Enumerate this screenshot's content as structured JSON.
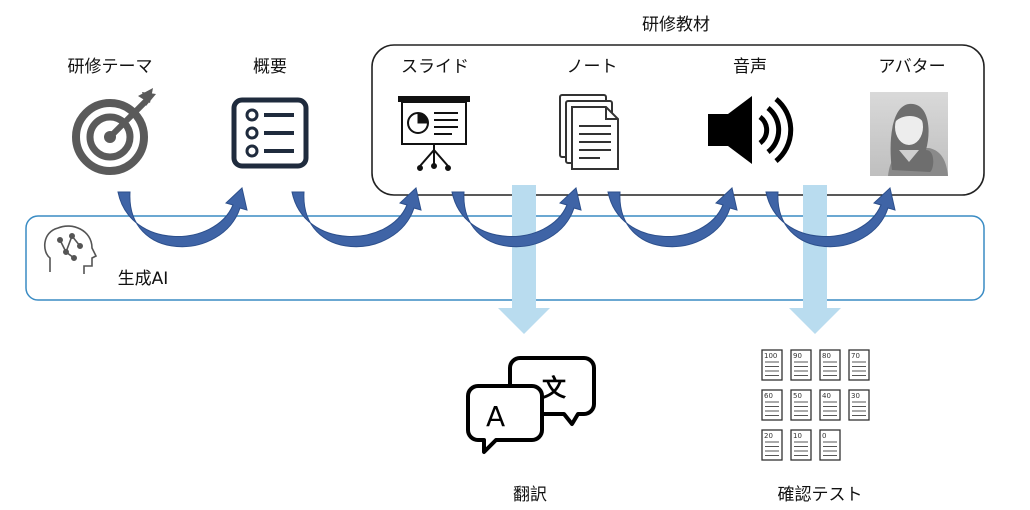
{
  "group": {
    "title": "研修教材"
  },
  "steps": [
    {
      "label": "研修テーマ",
      "icon": "target-icon"
    },
    {
      "label": "概要",
      "icon": "list-icon"
    },
    {
      "label": "スライド",
      "icon": "presentation-icon"
    },
    {
      "label": "ノート",
      "icon": "document-icon"
    },
    {
      "label": "音声",
      "icon": "speaker-icon"
    },
    {
      "label": "アバター",
      "icon": "avatar-icon"
    }
  ],
  "ai": {
    "label": "生成AI",
    "icon": "ai-head-icon"
  },
  "outputs": [
    {
      "label": "翻訳",
      "icon": "translate-icon"
    },
    {
      "label": "確認テスト",
      "icon": "test-sheets-icon"
    }
  ],
  "test_sheets": {
    "scores": [
      "100",
      "90",
      "80",
      "70",
      "60",
      "50",
      "40",
      "30",
      "20",
      "10",
      "0"
    ]
  },
  "colors": {
    "arrow": "#3f64a6",
    "band": "#3a8cc4",
    "down_arrow": "#b9dcef"
  }
}
